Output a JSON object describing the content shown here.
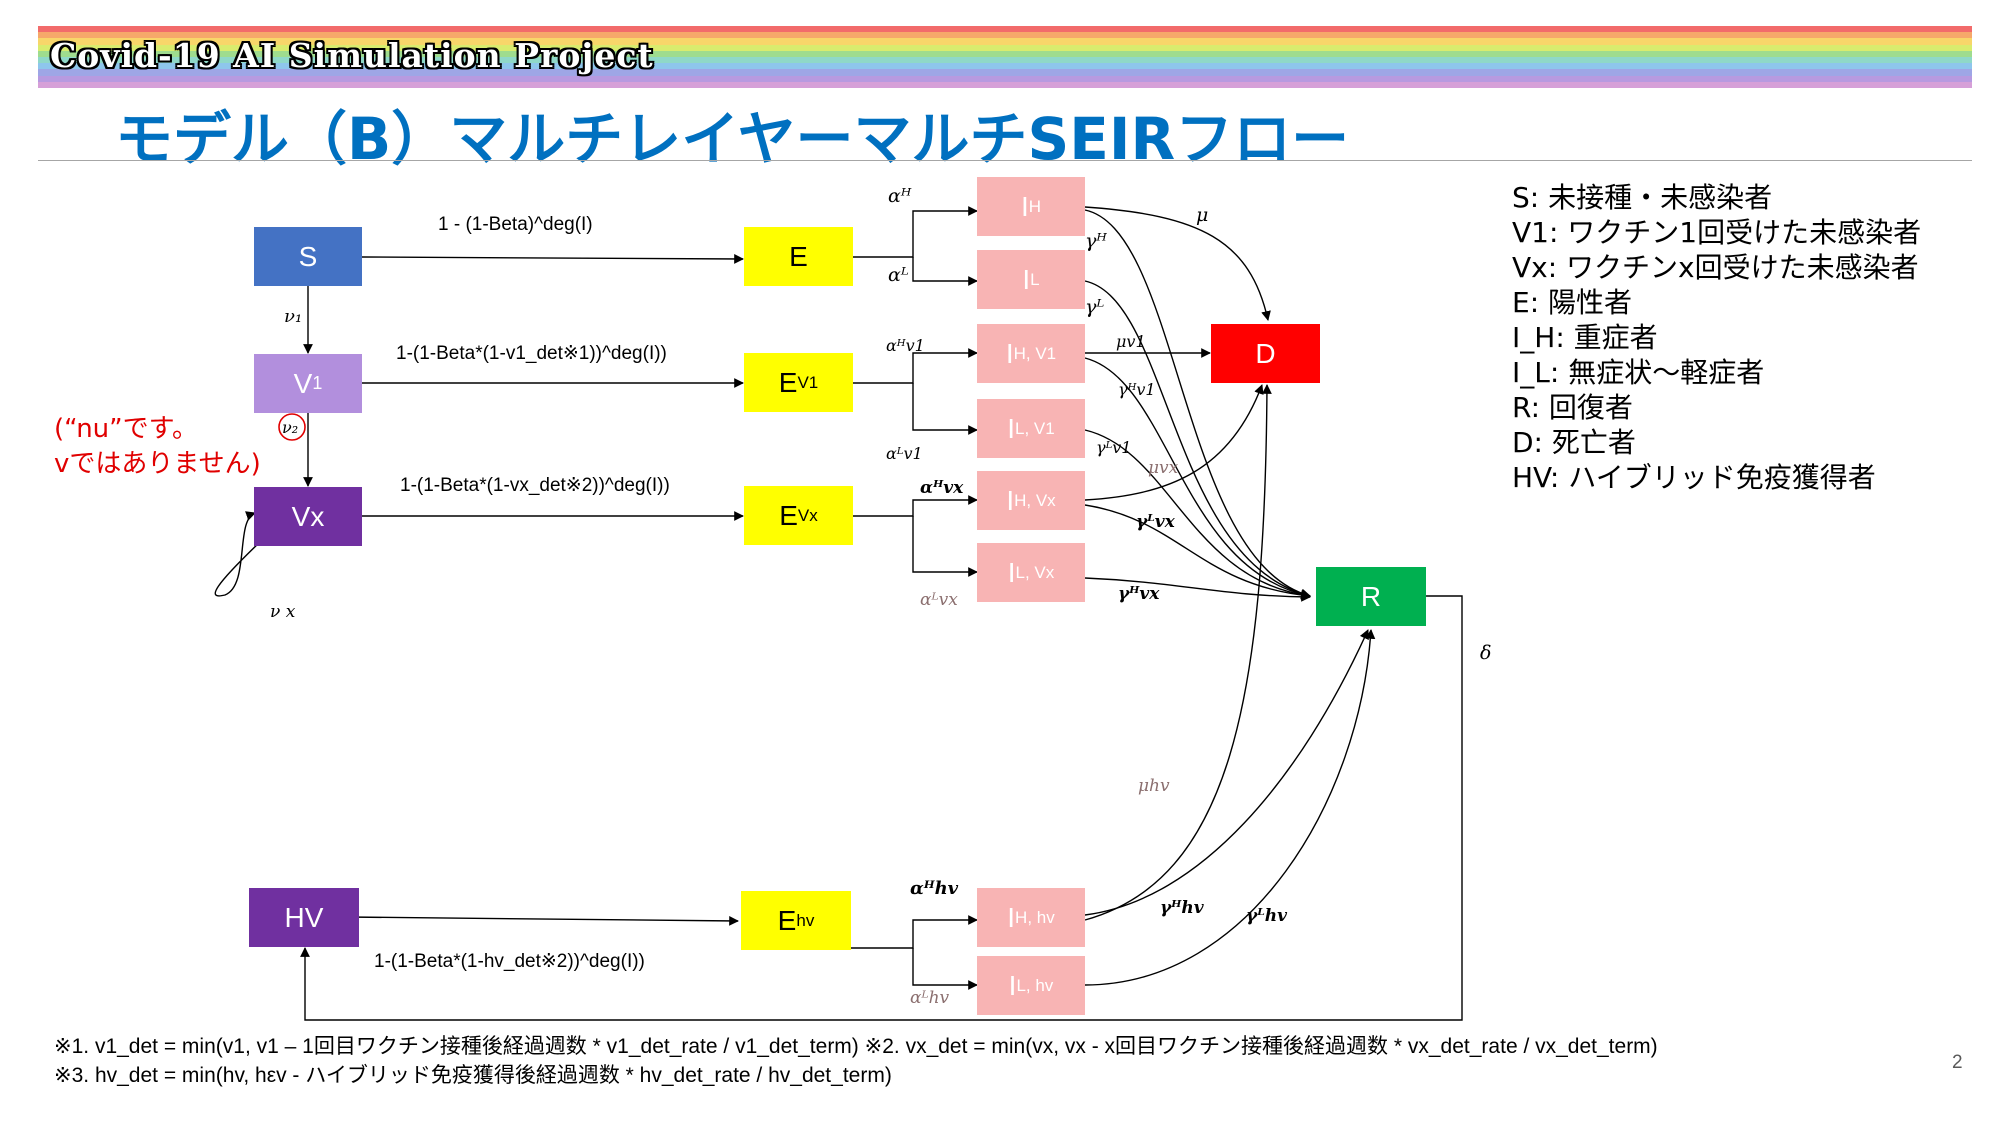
{
  "banner": "Covid-19 AI Simulation Project",
  "title": "モデル（B）マルチレイヤーマルチSEIRフロー",
  "nodes": {
    "S": "S",
    "V1": "V",
    "V1_sub": "1",
    "Vx": "Vx",
    "HV": "HV",
    "E": "E",
    "EV1": "E",
    "EV1_sub": "V1",
    "EVx": "E",
    "EVx_sub": "Vx",
    "Ehv": "E",
    "Ehv_sub": "hv",
    "IH": "I",
    "IH_sub": "H",
    "IL": "I",
    "IL_sub": "L",
    "IHV1": "I",
    "IHV1_sub": "H, V1",
    "ILV1": "I",
    "ILV1_sub": "L, V1",
    "IHVx": "I",
    "IHVx_sub": "H, Vx",
    "ILVx": "I",
    "ILVx_sub": "L, Vx",
    "IHhv": "I",
    "IHhv_sub": "H, hv",
    "ILhv": "I",
    "ILhv_sub": "L, hv",
    "D": "D",
    "R": "R"
  },
  "edge_labels": {
    "s_e": "1 - (1-Beta)^deg(I)",
    "v1_ev1": "1-(1-Beta*(1-v1_det※1))^deg(I))",
    "vx_evx": "1-(1-Beta*(1-vx_det※2))^deg(I))",
    "hv_ehv": "1-(1-Beta*(1-hv_det※2))^deg(I))",
    "nu1": "ν₁",
    "nu2": "ν₂",
    "nux": "ν x",
    "alphaH": "αᴴ",
    "alphaL": "αᴸ",
    "alphaHv1": "αᴴv1",
    "alphaLv1": "αᴸv1",
    "alphaHvx": "αᴴvx",
    "alphaLvx": "αᴸvx",
    "alphaHhv": "αᴴhv",
    "alphaLhv": "αᴸhv",
    "mu": "μ",
    "gammaH": "γᴴ",
    "gammaL": "γᴸ",
    "muv1": "μv1",
    "gammaHv1": "γᴴv1",
    "gammaLv1": "γᴸv1",
    "muvx": "μvx",
    "gammaLvx": "γᴸvx",
    "gammaHvx": "γᴴvx",
    "muhv": "μhv",
    "gammaHhv": "γᴴhv",
    "gammaLhv": "γᴸhv",
    "delta": "δ"
  },
  "note": [
    "(“nu”です。",
    "vではありません)"
  ],
  "legend": [
    "S: 未接種・未感染者",
    "V1: ワクチン1回受けた未感染者",
    "Vx: ワクチンx回受けた未感染者",
    "E: 陽性者",
    "I_H: 重症者",
    "I_L: 無症状〜軽症者",
    "R: 回復者",
    "D: 死亡者",
    "HV: ハイブリッド免疫獲得者"
  ],
  "footnotes": [
    "※1. v1_det = min(v1, v1 – 1回目ワクチン接種後経過週数 * v1_det_rate / v1_det_term) ※2. vx_det = min(vx, vx - x回目ワクチン接種後経過週数 * vx_det_rate / vx_det_term)",
    "※3. hv_det = min(hv, hεv - ハイブリッド免疫獲得後経過週数 * hv_det_rate / hv_det_term)"
  ],
  "page_number": "2",
  "colors": {
    "title": "#0070c0",
    "S": "#4472c4",
    "V1": "#b28fdd",
    "Vx": "#7030a0",
    "HV": "#7030a0",
    "E": "#ffff00",
    "I": "#f8b4b4",
    "D": "#ff0000",
    "R": "#00b050",
    "note": "#e00000"
  }
}
